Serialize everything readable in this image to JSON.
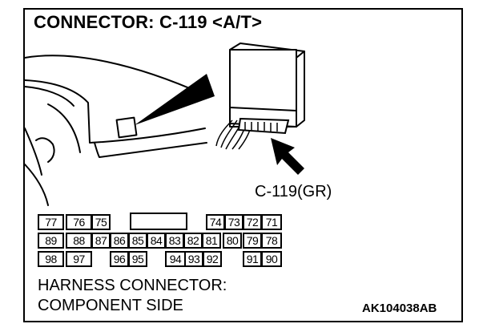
{
  "title": "CONNECTOR: C-119 <A/T>",
  "connector_label": "C-119(GR)",
  "harness_label": {
    "line1": "HARNESS CONNECTOR:",
    "line2": "COMPONENT SIDE"
  },
  "figure_code": "AK104038AB",
  "pins": {
    "row1": [
      "77",
      "76",
      "75",
      "74",
      "73",
      "72",
      "71"
    ],
    "row2": [
      "89",
      "88",
      "87",
      "86",
      "85",
      "84",
      "83",
      "82",
      "81",
      "80",
      "79",
      "78"
    ],
    "row3": [
      "98",
      "97",
      "96",
      "95",
      "94",
      "93",
      "92",
      "91",
      "90"
    ]
  }
}
